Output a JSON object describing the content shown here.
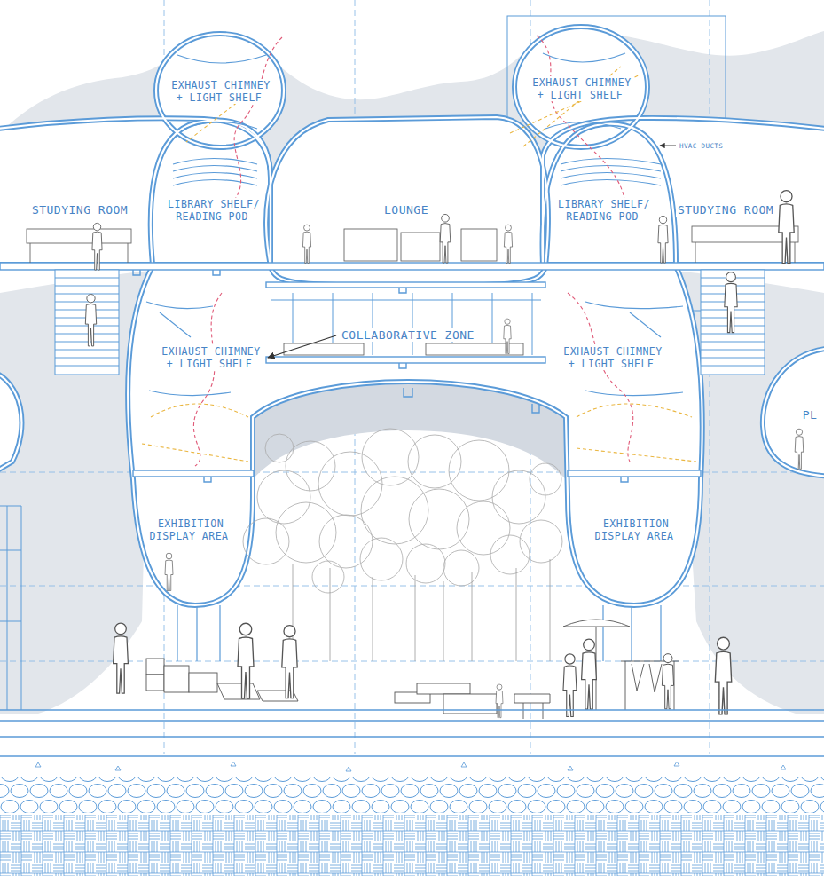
{
  "diagram": {
    "nodes": [
      {
        "text": [
          "EXHAUST CHIMNEY + LIGHT SHELF"
        ]
      },
      {
        "text": [
          "EXHAUST CHIMNEY + LIGHT SHELF"
        ]
      },
      {
        "text": [
          "STUDYING ROOM"
        ]
      },
      {
        "text": [
          "LIBRARY SHELF/ READING POD"
        ]
      },
      {
        "text": [
          "LOUNGE"
        ]
      },
      {
        "text": [
          "LIBRARY SHELF/ READING POD"
        ]
      },
      {
        "text": [
          "STUDYING ROOM"
        ]
      },
      {
        "text": [
          "COLLABORATIVE ZONE"
        ]
      },
      {
        "text": [
          "EXHAUST CHIMNEY + LIGHT SHELF"
        ]
      },
      {
        "text": [
          "EXHAUST CHIMNEY + LIGHT SHELF"
        ]
      },
      {
        "text": [
          "EXHIBITION DISPLAY AREA"
        ]
      },
      {
        "text": [
          "EXHIBITION DISPLAY AREA"
        ]
      }
    ],
    "edges": [
      {
        "from": 7,
        "to": 8,
        "arrow": "to"
      }
    ],
    "labels": [
      "HVAC DUCTS",
      "PL"
    ]
  }
}
